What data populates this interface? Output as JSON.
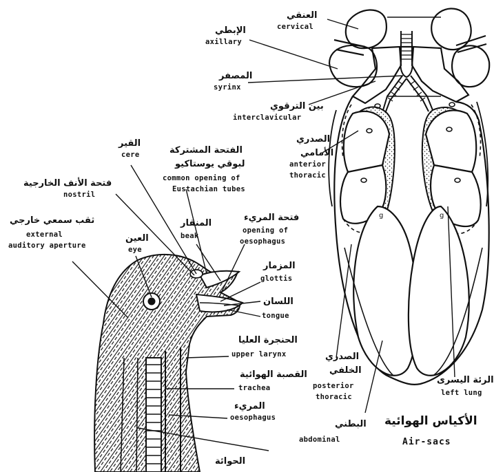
{
  "labels": {
    "cervical": {
      "ar": "العنقي",
      "en": "cervical"
    },
    "axillary": {
      "ar": "الإبطي",
      "en": "axillary"
    },
    "syrinx": {
      "ar": "المصفر",
      "en": "syrinx"
    },
    "interclavicular": {
      "ar": "بين الترقوي",
      "en": "interclavicular"
    },
    "anterior_thoracic": {
      "ar1": "الصدري",
      "ar2": "الأمامي",
      "en1": "anterior",
      "en2": "thoracic"
    },
    "cere": {
      "ar": "القير",
      "en": "cere"
    },
    "eustachian": {
      "ar1": "الفتحة المشتركة",
      "ar2": "لبوقي يوستاكيو",
      "en1": "common opening of",
      "en2": "Eustachian tubes"
    },
    "nostril": {
      "ar": "فتحة الأنف الخارجية",
      "en": "nostril"
    },
    "auditory": {
      "ar": "ثقب سمعي خارجي",
      "en1": "external",
      "en2": "auditory aperture"
    },
    "eye": {
      "ar": "العين",
      "en": "eye"
    },
    "beak": {
      "ar": "المنقار",
      "en": "beak"
    },
    "oesophagus_opening": {
      "ar": "فتحة المريء",
      "en1": "opening of",
      "en2": "oesophagus"
    },
    "glottis": {
      "ar": "المزمار",
      "en": "glottis"
    },
    "tongue": {
      "ar": "اللسان",
      "en": "tongue"
    },
    "upper_larynx": {
      "ar": "الحنجرة العليا",
      "en": "upper larynx"
    },
    "trachea": {
      "ar": "القصبة الهوائية",
      "en": "trachea"
    },
    "oesophagus": {
      "ar": "المريء",
      "en": "oesophagus"
    },
    "posterior_thoracic": {
      "ar1": "الصدري",
      "ar2": "الخلفي",
      "en1": "posterior",
      "en2": "thoracic"
    },
    "abdominal": {
      "ar": "البطني",
      "en": "abdominal"
    },
    "left_lung": {
      "ar": "الرئة اليسرى",
      "en": "left lung"
    },
    "bottom_partial": {
      "ar": "الحوائة"
    }
  },
  "title": {
    "ar": "الأكياس الهوائية",
    "en": "Air-sacs"
  },
  "colors": {
    "ink": "#111111",
    "paper": "#ffffff"
  }
}
